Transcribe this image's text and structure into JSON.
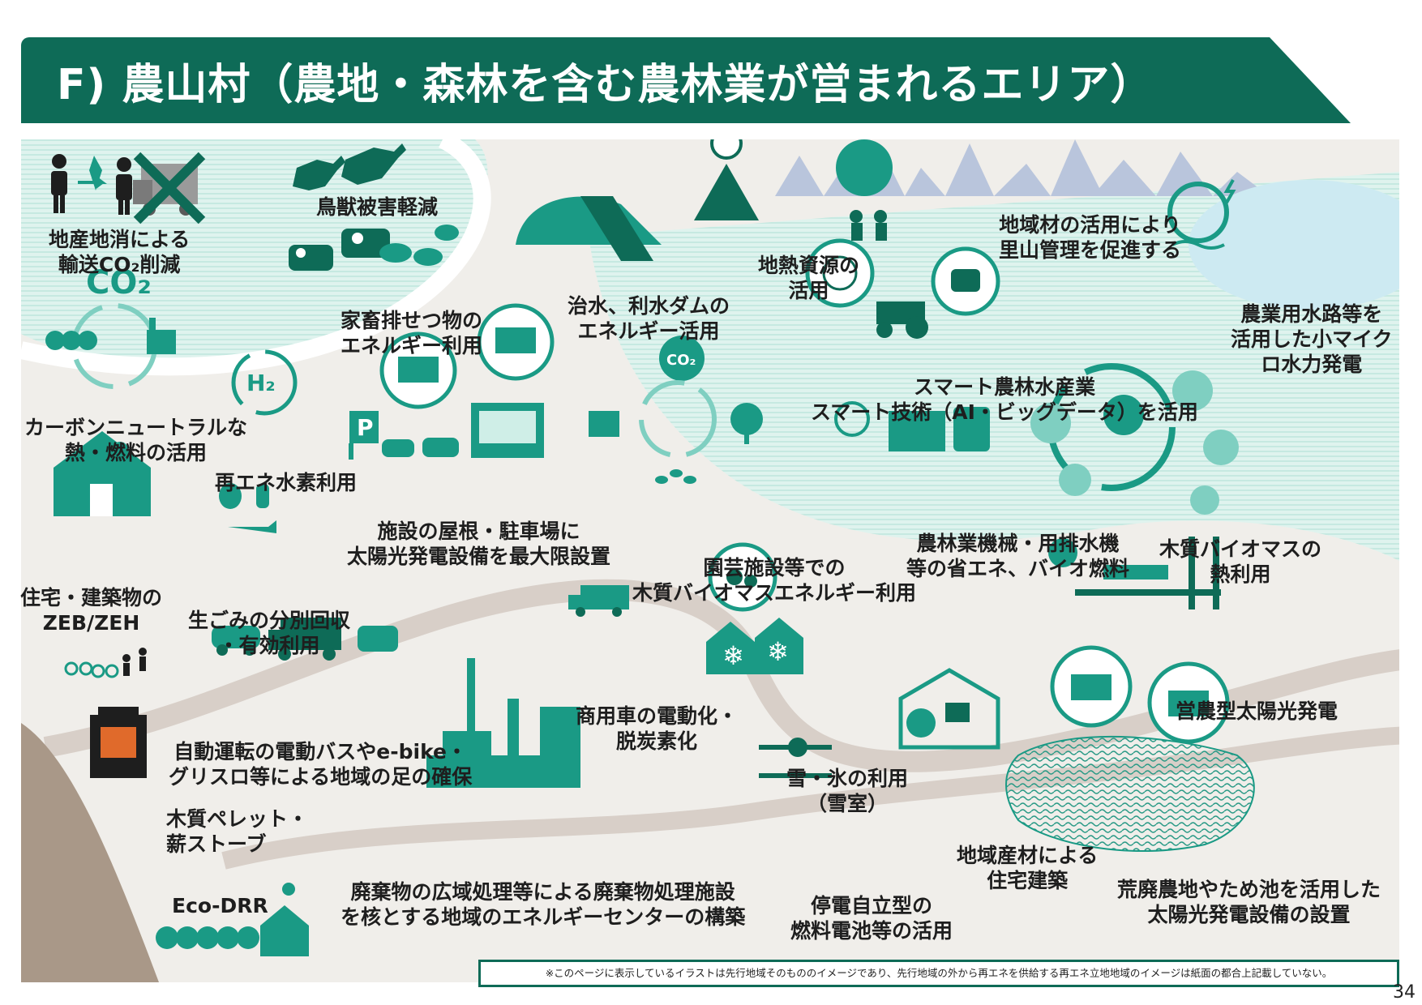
{
  "header": {
    "title": "F) 農山村（農地・森林を含む農林業が営まれるエリア）"
  },
  "labels": {
    "chisan": [
      "地産地消による",
      "輸送CO₂削減"
    ],
    "chouju": [
      "鳥獣被害軽減"
    ],
    "kachiku": [
      "家畜排せつ物の",
      "エネルギー利用"
    ],
    "carbon": [
      "カーボンニュートラルな",
      "熱・燃料の活用"
    ],
    "suiso": [
      "再エネ水素利用"
    ],
    "jutaku": [
      "住宅・建築物の",
      "ZEB/ZEH"
    ],
    "namagomi": [
      "生ごみの分別回収",
      "・有効利用"
    ],
    "shisetsu": [
      "施設の屋根・駐車場に",
      "太陽光発電設備を最大限設置"
    ],
    "dam": [
      "治水、利水ダムの",
      "エネルギー活用"
    ],
    "chinetsu": [
      "地熱資源の",
      "活用"
    ],
    "chiikizai": [
      "地域材の活用により",
      "里山管理を促進する"
    ],
    "suiro": [
      "農業用水路等を",
      "活用した小マイク",
      "ロ水力発電"
    ],
    "smart": [
      "スマート農林水産業",
      "スマート技術（AI・ビッグデータ）を活用"
    ],
    "engei": [
      "園芸施設等での",
      "木質バイオマスエネルギー利用"
    ],
    "kikai": [
      "農林業機械・用排水機",
      "等の省エネ、バイオ燃料"
    ],
    "biomass": [
      "木質バイオマスの",
      "熱利用"
    ],
    "einou": [
      "営農型太陽光発電"
    ],
    "shoyousha": [
      "商用車の電動化・",
      "脱炭素化"
    ],
    "jidou": [
      "自動運転の電動バスやe-bike・",
      "グリスロ等による地域の足の確保"
    ],
    "pellet": [
      "木質ペレット・",
      "薪ストーブ"
    ],
    "yuki": [
      "雪・氷の利用",
      "（雪室）"
    ],
    "ecodrr": [
      "Eco-DRR"
    ],
    "haikibutsu": [
      "廃棄物の広域処理等による廃棄物処理施設",
      "を核とする地域のエネルギーセンターの構築"
    ],
    "teiden": [
      "停電自立型の",
      "燃料電池等の活用"
    ],
    "chiikisanzai": [
      "地域産材による",
      "住宅建築"
    ],
    "kouhai": [
      "荒廃農地やため池を活用した",
      "太陽光発電設備の設置"
    ]
  },
  "icon_text": {
    "co2_big": "CO₂",
    "co2_small": "CO₂",
    "h2": "H₂",
    "parking": "P"
  },
  "footnote": "※このページに表示しているイラストは先行地域そのもののイメージであり、先行地域の外から再エネを供給する再エネ立地地域のイメージは紙面の都合上記載していない。",
  "page_number": "34",
  "colors": {
    "primary": "#0e6b57",
    "teal": "#1a9a85",
    "mint": "#c9ebe4",
    "road": "#d8cfc8",
    "mountain": "#b9c5dc"
  }
}
